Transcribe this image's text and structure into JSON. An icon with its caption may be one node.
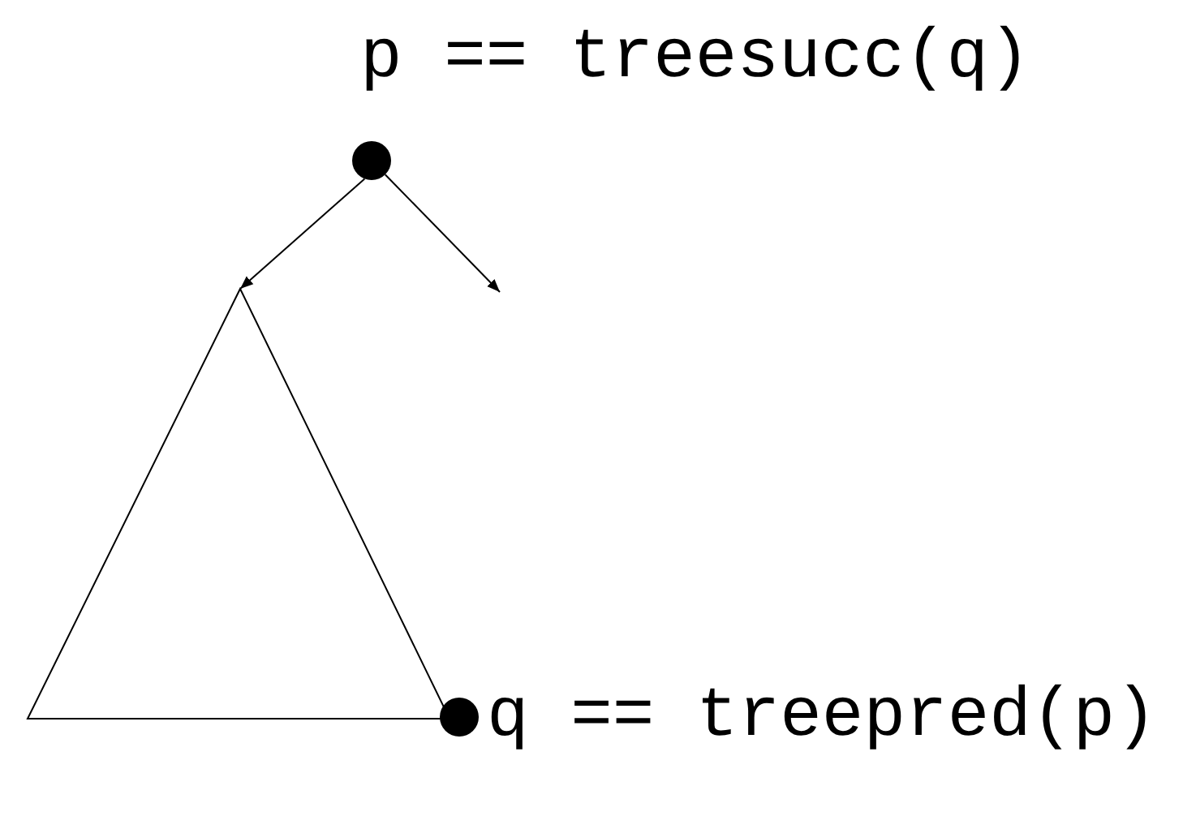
{
  "diagram": {
    "nodes": [
      {
        "text": [],
        "shape": "circle",
        "beside": [
          "p == treesucc(q)"
        ]
      },
      {
        "text": [],
        "shape": "triangle"
      },
      {
        "text": [],
        "shape": "circle",
        "beside": [
          "q == treepred(p)"
        ]
      }
    ],
    "edges": [
      {
        "from": 0,
        "to": 1,
        "arrow": "to"
      },
      {
        "from": 0,
        "to": null,
        "arrow": "to"
      }
    ]
  }
}
